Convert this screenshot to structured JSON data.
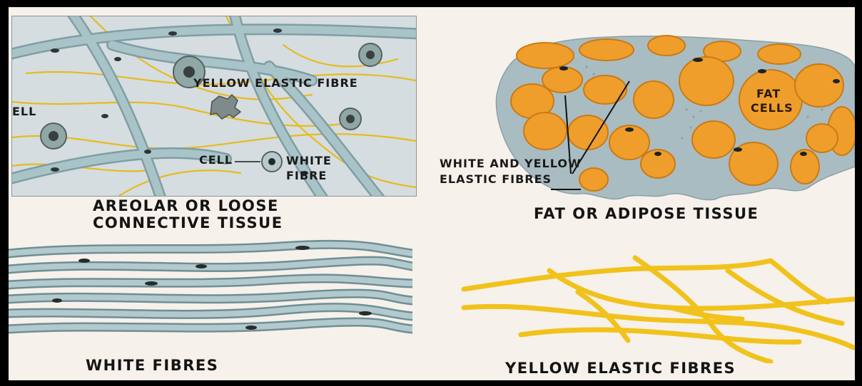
{
  "panels": {
    "areolar": {
      "caption_line1": "AREOLAR OR LOOSE",
      "caption_line2": "CONNECTIVE TISSUE",
      "labels": {
        "yellow_elastic_fibre": "YELLOW ELASTIC FIBRE",
        "cell_partial": "ELL",
        "cell": "CELL",
        "white_fibre_line1": "WHITE",
        "white_fibre_line2": "FIBRE"
      }
    },
    "adipose": {
      "caption": "FAT OR ADIPOSE TISSUE",
      "labels": {
        "fat_cells_line1": "FAT",
        "fat_cells_line2": "CELLS",
        "fibres_line1": "WHITE AND YELLOW",
        "fibres_line2": "ELASTIC FIBRES"
      }
    },
    "white_fibres": {
      "caption": "WHITE FIBRES"
    },
    "yellow_fibres": {
      "caption": "YELLOW ELASTIC FIBRES"
    }
  },
  "colors": {
    "frame_border": "#000000",
    "paper": "#f6f1ea",
    "white_fibre": "#9fbcc0",
    "yellow_fibre": "#f1c21c",
    "fat_cell": "#ef9e2c",
    "nucleus": "#2b3031",
    "areolar_bg": "#d6dde0"
  }
}
